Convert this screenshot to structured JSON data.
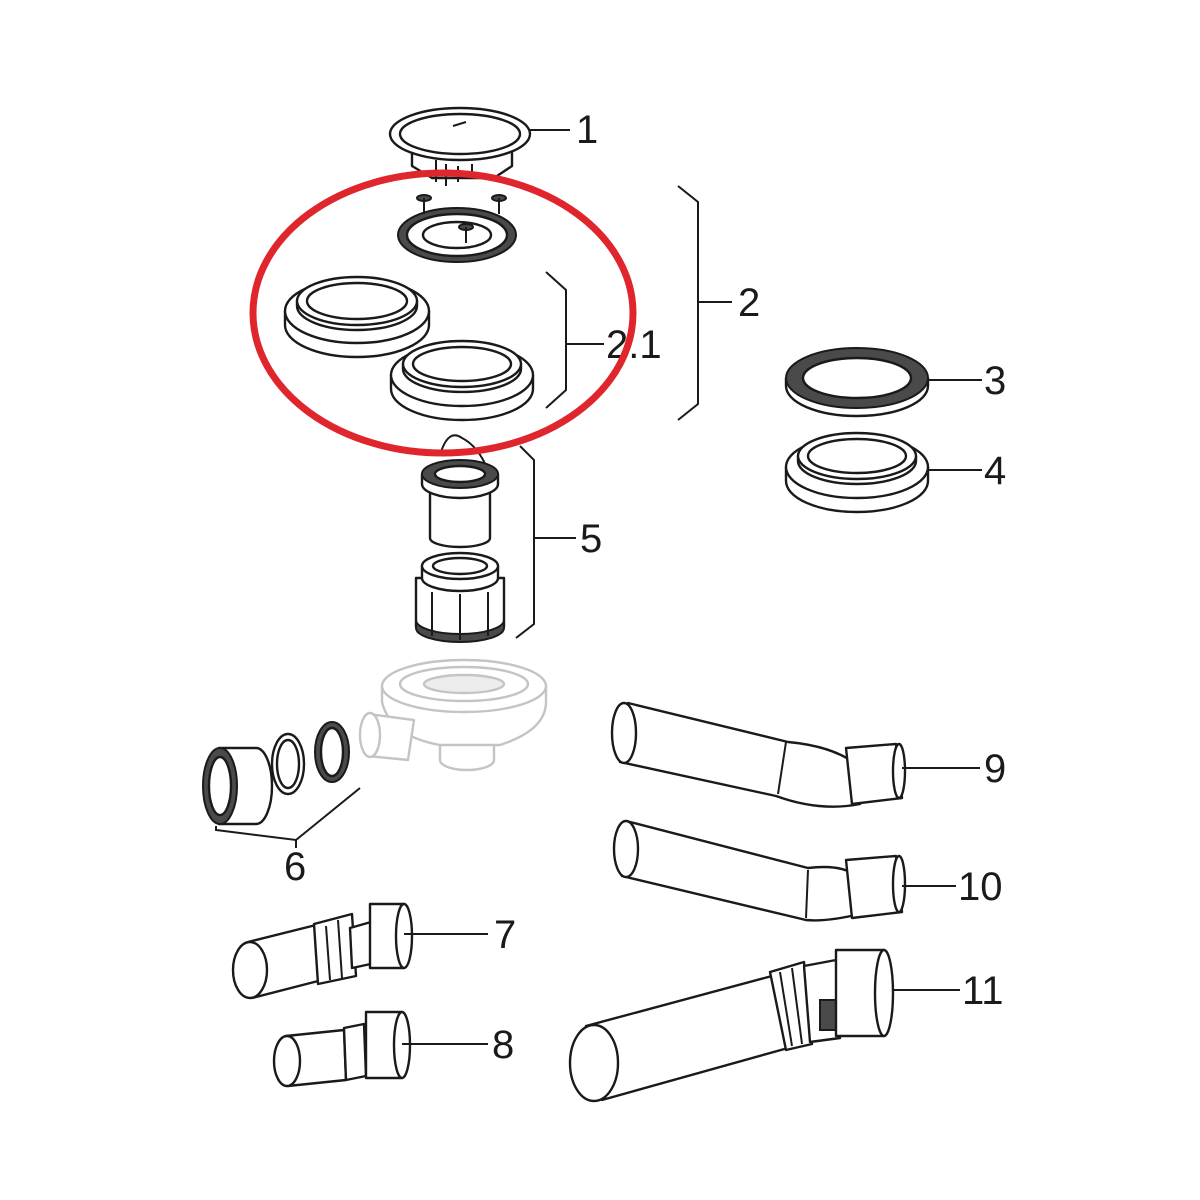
{
  "diagram": {
    "highlight_color": "#e0262d",
    "line_color": "#1a1a1a",
    "labels": {
      "p1": "1",
      "p2": "2",
      "p2_1": "2.1",
      "p3": "3",
      "p4": "4",
      "p5": "5",
      "p6": "6",
      "p7": "7",
      "p8": "8",
      "p9": "9",
      "p10": "10",
      "p11": "11"
    }
  }
}
